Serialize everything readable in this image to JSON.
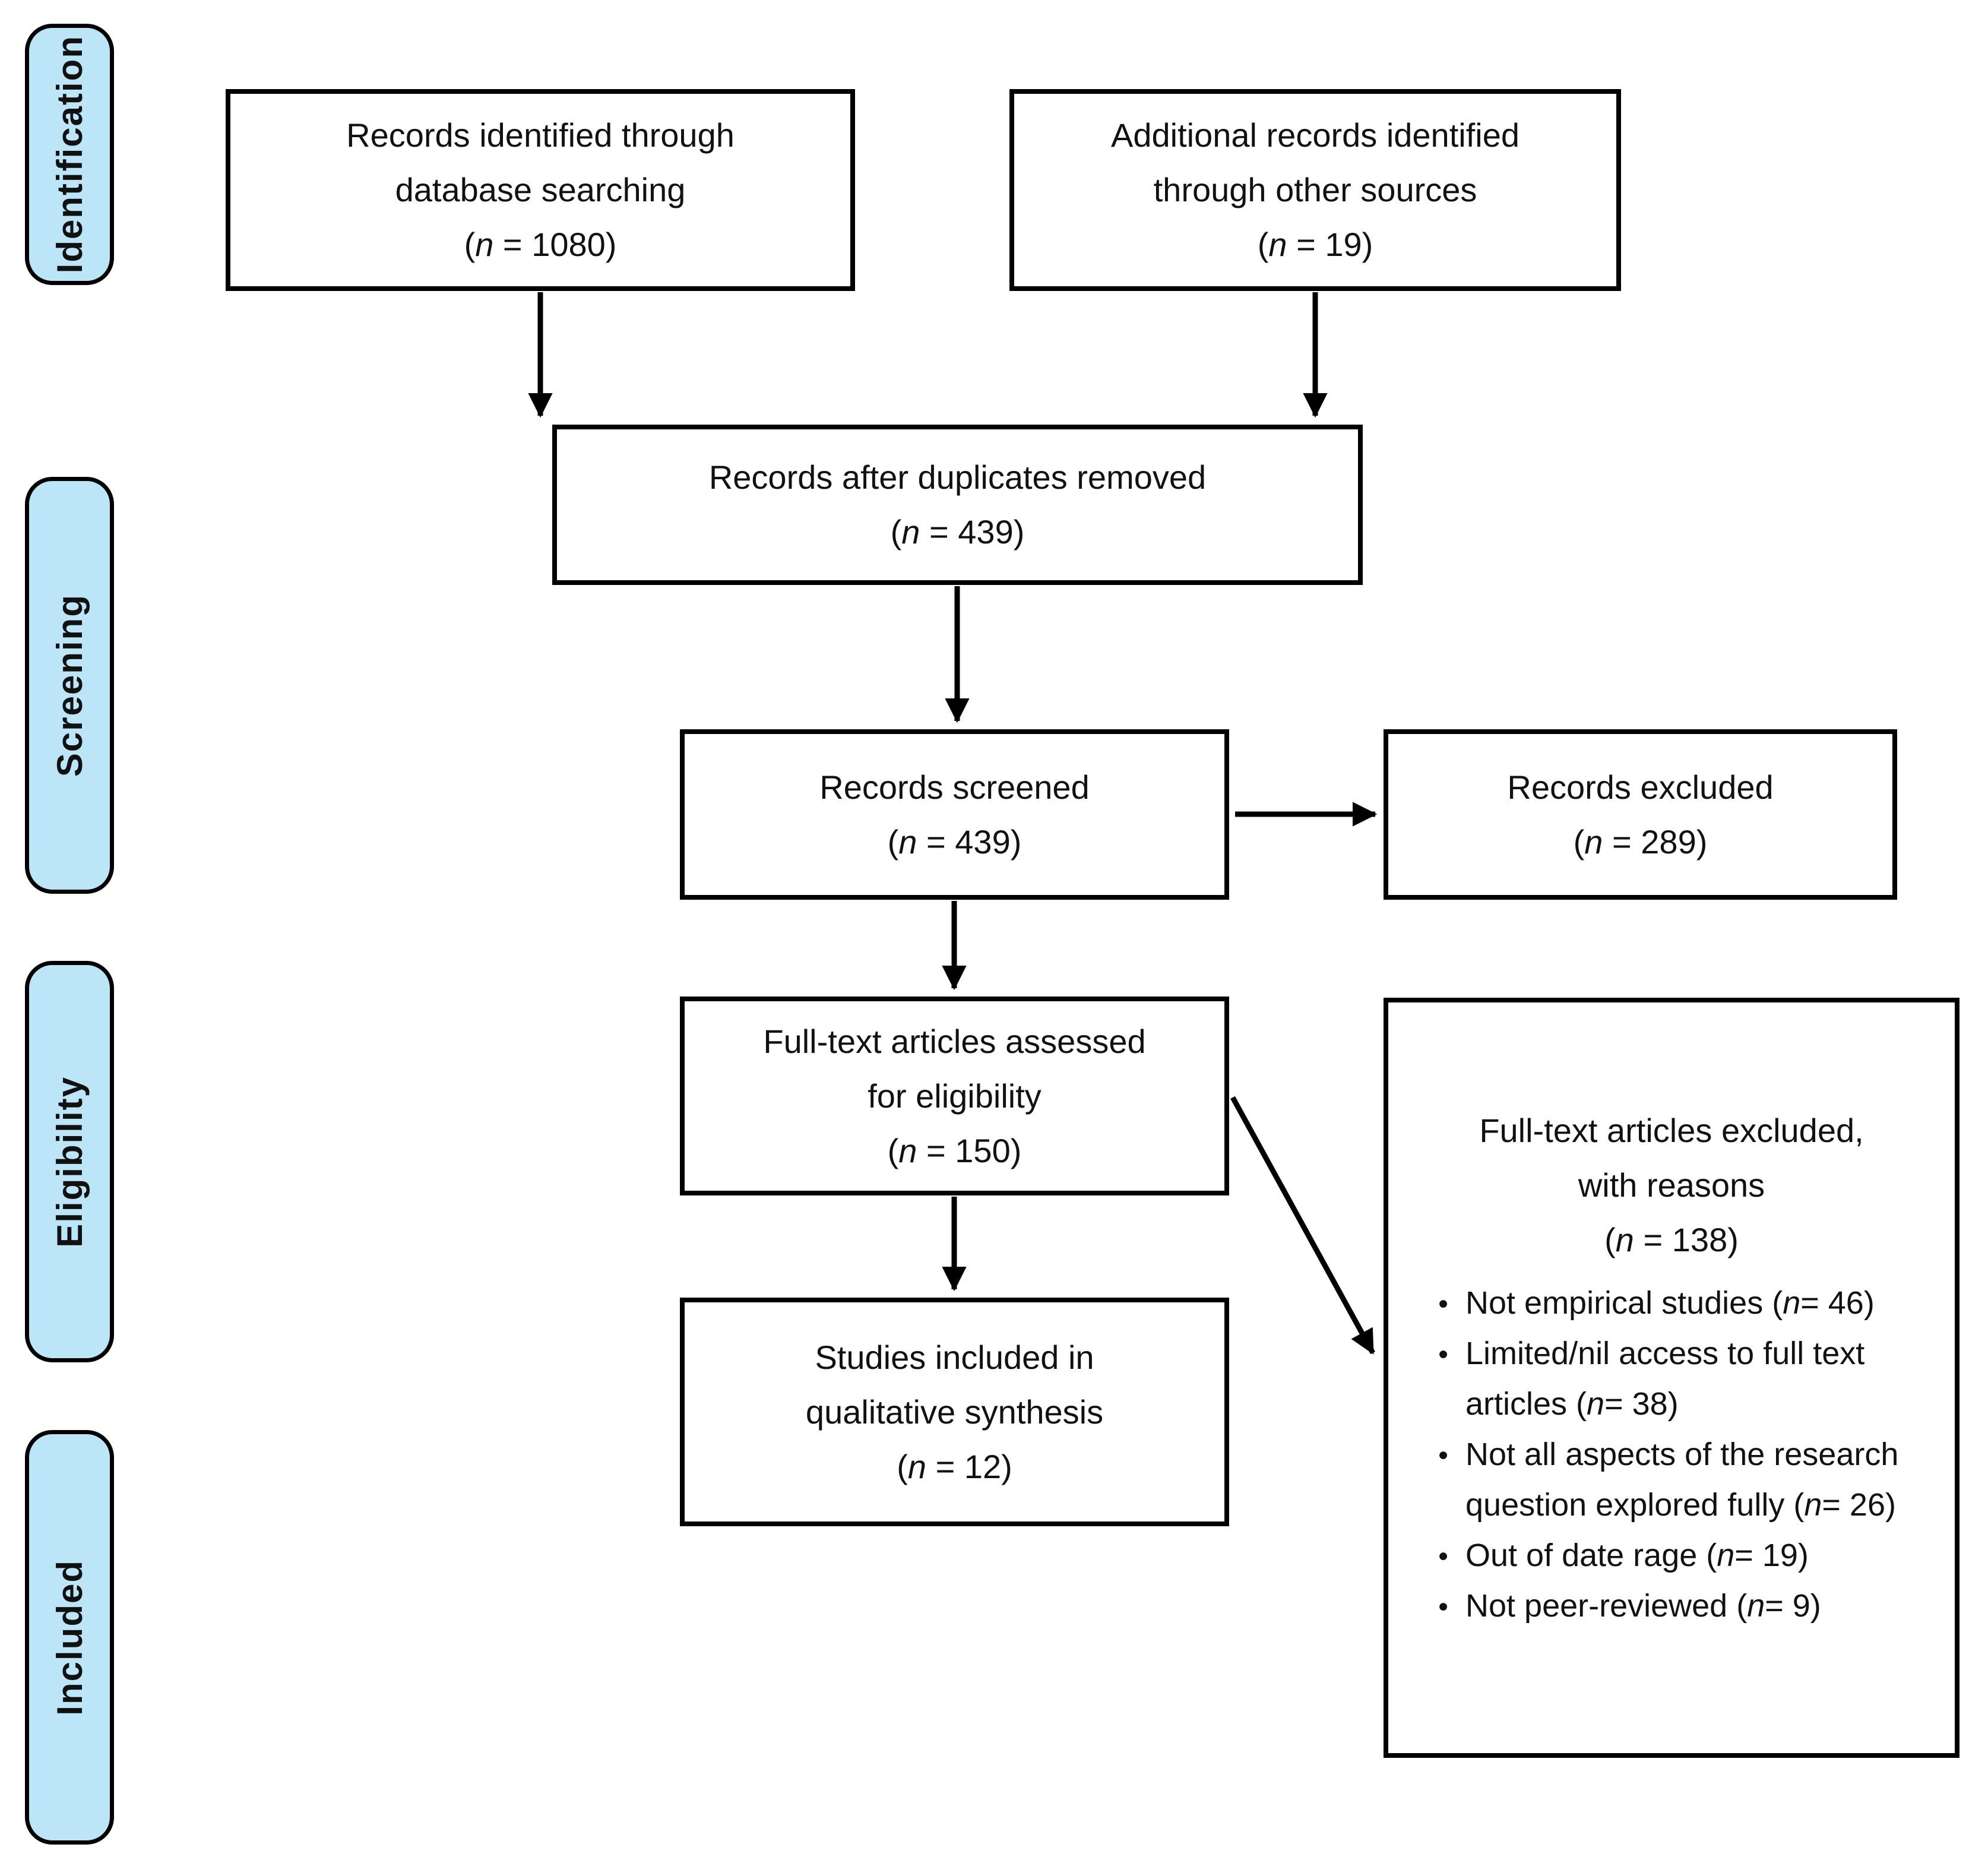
{
  "diagram": {
    "type": "prisma-flow-diagram",
    "colors": {
      "stage_fill": "#bde5f8",
      "line_and_border": "#000000",
      "background": "#ffffff"
    }
  },
  "sidebar": {
    "stages": [
      {
        "label": "Identification"
      },
      {
        "label": "Screening"
      },
      {
        "label": "Eligibility"
      },
      {
        "label": "Included"
      }
    ]
  },
  "flow": {
    "records_identified": {
      "lines": [
        "Records identified through",
        "database searching",
        "(n = 1080)"
      ]
    },
    "additional_records": {
      "lines": [
        "Additional records identified",
        "through other sources",
        "(n = 19)"
      ]
    },
    "duplicates_removed": {
      "lines": [
        "Records after duplicates removed",
        "(n = 439)"
      ]
    },
    "records_screened": {
      "lines": [
        "Records screened",
        "(n = 439)"
      ]
    },
    "records_excluded": {
      "lines": [
        "Records excluded",
        "(n = 289)"
      ]
    },
    "fulltext_assessed": {
      "lines": [
        "Full-text articles assessed",
        "for eligibility",
        "(n = 150)"
      ]
    },
    "fulltext_excluded": {
      "title_lines": [
        "Full-text articles excluded,",
        "with reasons",
        "(n = 138)"
      ],
      "reasons": [
        "Not empirical studies (n= 46)",
        "Limited/nil access to full text articles (n= 38)",
        "Not all aspects of the research question explored fully (n= 26)",
        "Out of date rage (n= 19)",
        "Not peer-reviewed (n= 9)"
      ]
    },
    "studies_included": {
      "lines": [
        "Studies included in",
        "qualitative synthesis",
        "(n = 12)"
      ]
    }
  }
}
